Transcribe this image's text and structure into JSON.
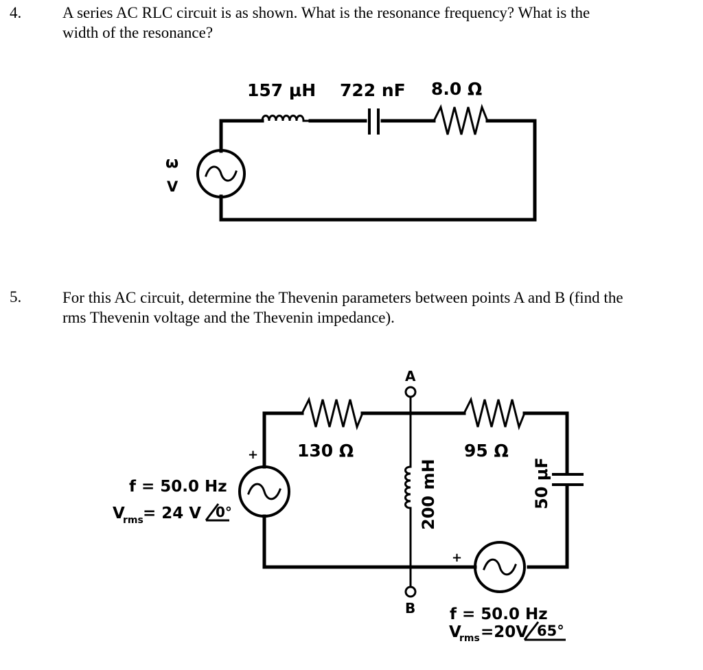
{
  "problem4": {
    "number": "4.",
    "text_line1": "A series AC RLC circuit is as shown.  What is the resonance frequency?  What is the",
    "text_line2": "width of the resonance?",
    "inductor_label": "157 μH",
    "capacitor_label": "722 nF",
    "resistor_label": "8.0 Ω",
    "omega_label": "ω",
    "v_label": "V"
  },
  "problem5": {
    "number": "5.",
    "text_line1": "For this AC circuit, determine the Thevenin parameters between points A and B (find the",
    "text_line2": "rms Thevenin voltage and the Thevenin impedance).",
    "node_a": "A",
    "node_b": "B",
    "resistor1_label": "130 Ω",
    "resistor2_label": "95 Ω",
    "inductor_label": "200 mH",
    "capacitor_label": "50 μF",
    "source1_freq": "f = 50.0 Hz",
    "source1_v": "V",
    "source1_sub": "rms",
    "source1_eq": "= 24 V",
    "source1_phase": "0°",
    "source2_freq": "f = 50.0 Hz",
    "source2_v": "V",
    "source2_sub": "rms",
    "source2_eq": "=20V",
    "source2_phase": "65°",
    "plus": "+"
  }
}
